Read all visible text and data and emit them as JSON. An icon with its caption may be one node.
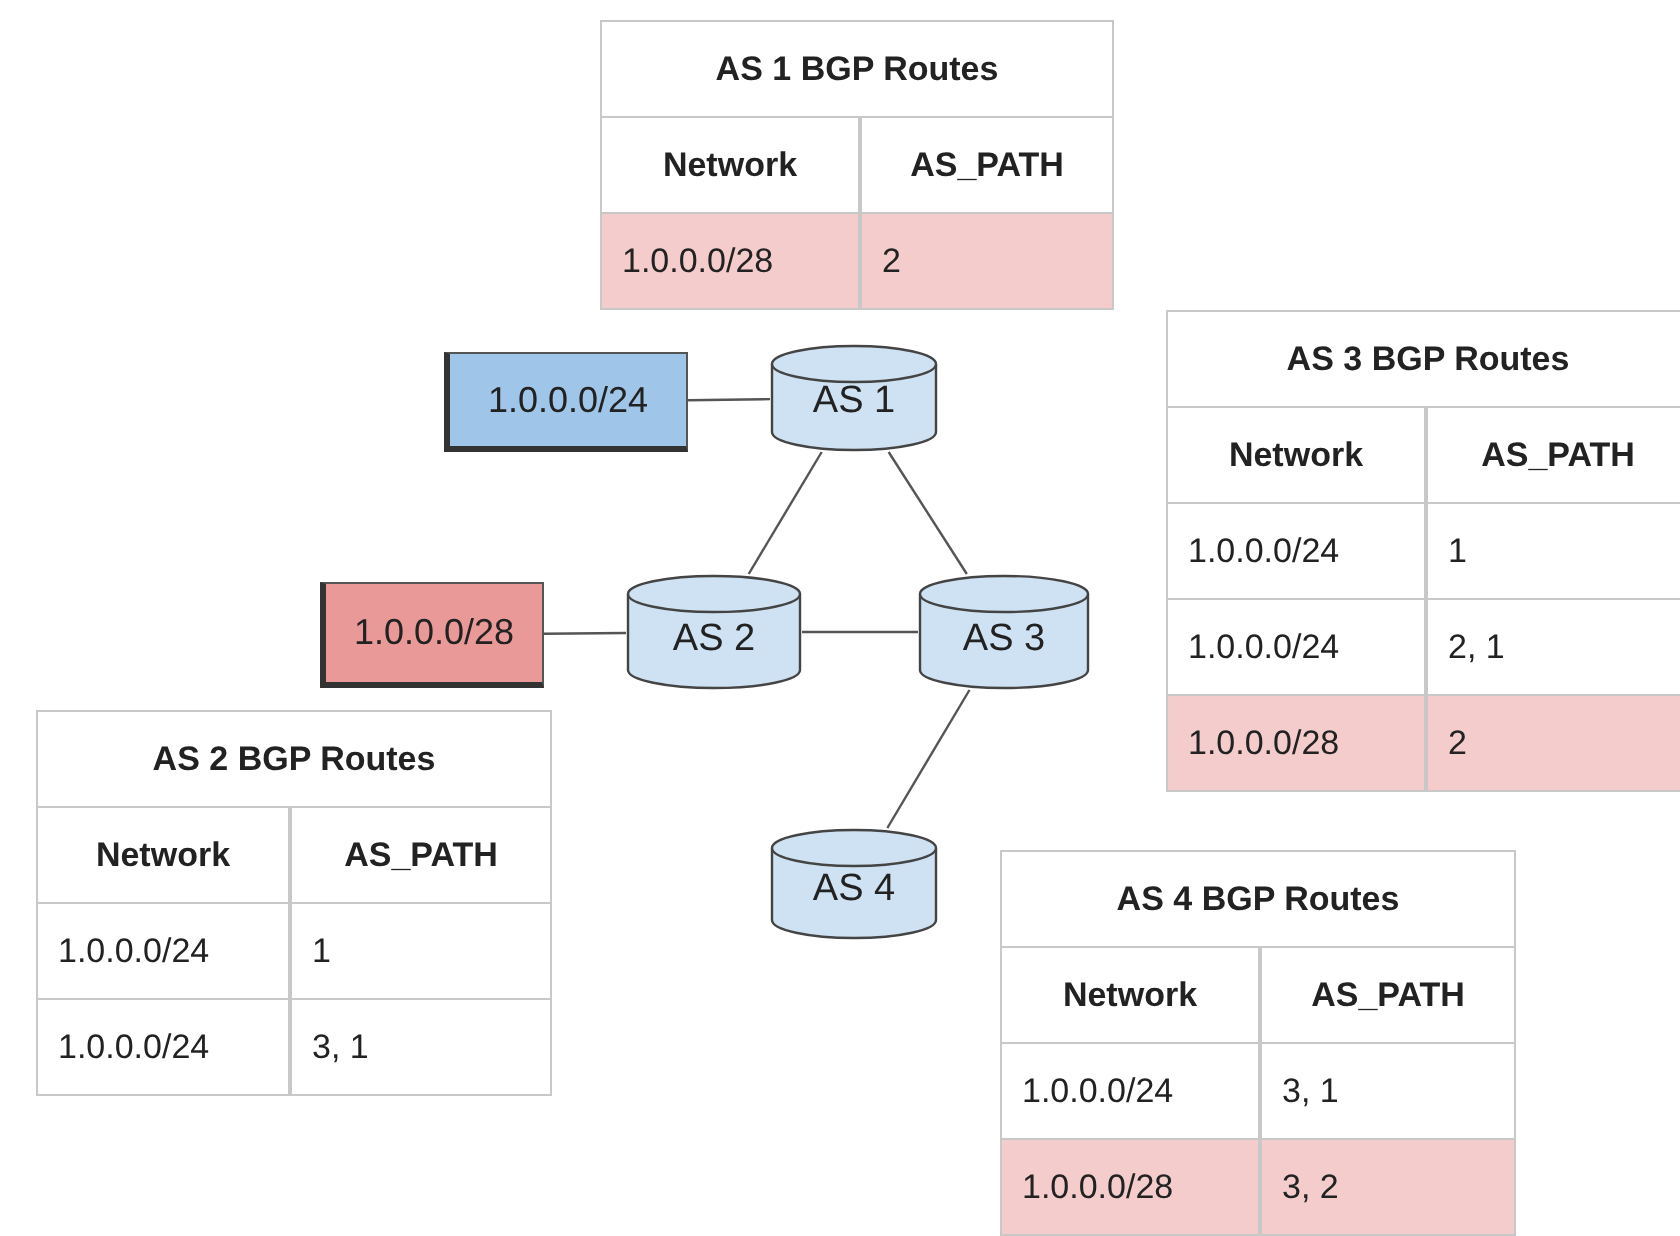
{
  "diagram": {
    "nodes": [
      {
        "text": [
          "1.0.0.0/24"
        ]
      },
      {
        "text": [
          "AS 1"
        ]
      },
      {
        "text": [
          "1.0.0.0/28"
        ]
      },
      {
        "text": [
          "AS 2"
        ]
      },
      {
        "text": [
          "AS 3"
        ]
      },
      {
        "text": [
          "AS 4"
        ]
      }
    ],
    "edges": [
      {
        "from": 0,
        "to": 1,
        "arrow": "none"
      },
      {
        "from": 1,
        "to": 3,
        "arrow": "none"
      },
      {
        "from": 1,
        "to": 4,
        "arrow": "none"
      },
      {
        "from": 2,
        "to": 3,
        "arrow": "none"
      },
      {
        "from": 3,
        "to": 4,
        "arrow": "none"
      },
      {
        "from": 4,
        "to": 5,
        "arrow": "none"
      }
    ],
    "labels": [
      "AS 1 BGP Routes",
      "Network",
      "AS_PATH",
      "1.0.0.0/28",
      "2",
      "AS 3 BGP Routes",
      "Network",
      "AS_PATH",
      "1.0.0.0/24",
      "1",
      "1.0.0.0/24",
      "2, 1",
      "1.0.0.0/28",
      "2",
      "AS 2 BGP Routes",
      "Network",
      "AS_PATH",
      "1.0.0.0/24",
      "1",
      "1.0.0.0/24",
      "3, 1",
      "AS 4 BGP Routes",
      "Network",
      "AS_PATH",
      "1.0.0.0/24",
      "3, 1",
      "1.0.0.0/28",
      "3, 2"
    ]
  }
}
